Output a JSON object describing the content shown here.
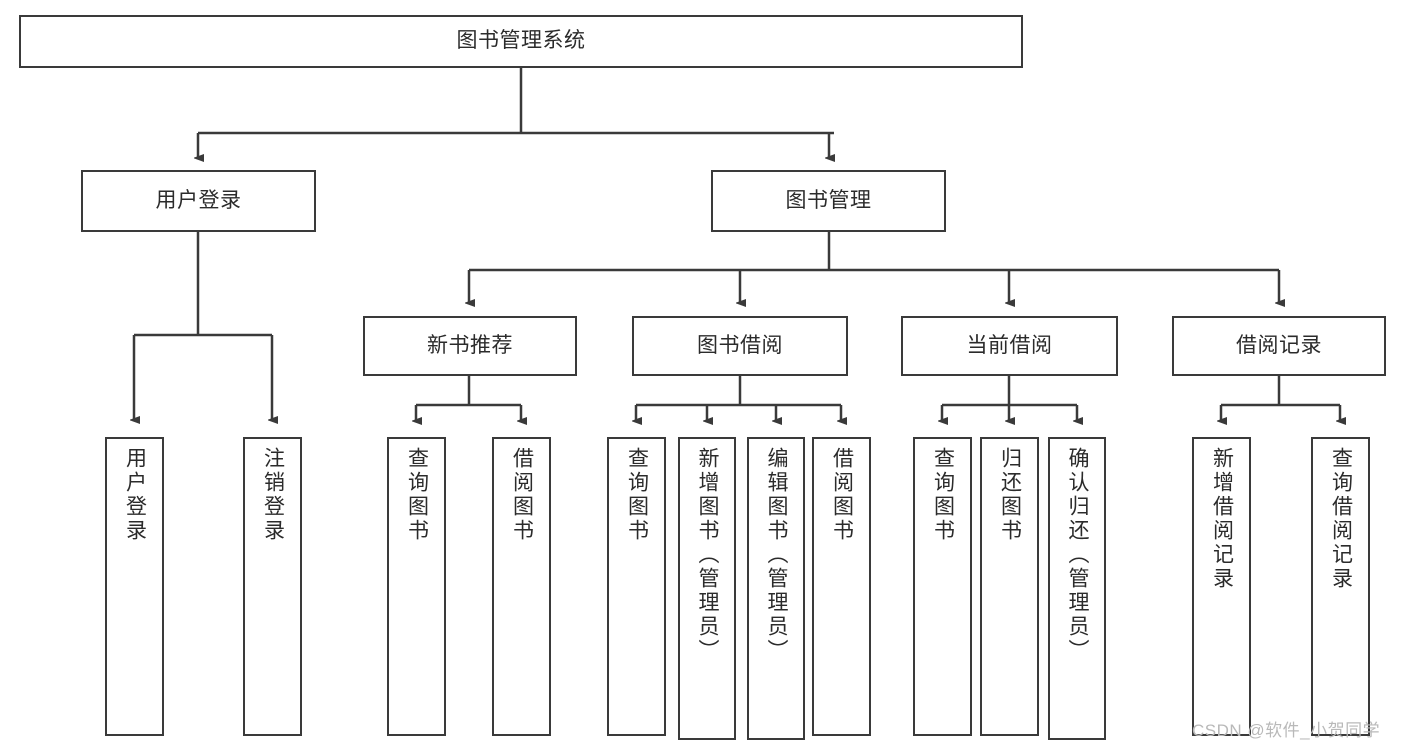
{
  "diagram": {
    "title": "图书管理系统",
    "type": "tree-hierarchy-chart",
    "root": {
      "label": "图书管理系统"
    },
    "level1": [
      {
        "label": "用户登录"
      },
      {
        "label": "图书管理"
      }
    ],
    "level2": [
      {
        "label": "新书推荐"
      },
      {
        "label": "图书借阅"
      },
      {
        "label": "当前借阅"
      },
      {
        "label": "借阅记录"
      }
    ],
    "leaves": {
      "user_login": [
        {
          "label": "用户登录"
        },
        {
          "label": "注销登录"
        }
      ],
      "new_book_recommend": [
        {
          "label": "查询图书"
        },
        {
          "label": "借阅图书"
        }
      ],
      "book_borrow": [
        {
          "label": "查询图书"
        },
        {
          "label": "新增图书（管理员）"
        },
        {
          "label": "编辑图书（管理员）"
        },
        {
          "label": "借阅图书"
        }
      ],
      "current_borrow": [
        {
          "label": "查询图书"
        },
        {
          "label": "归还图书"
        },
        {
          "label": "确认归还（管理员）"
        }
      ],
      "borrow_record": [
        {
          "label": "新增借阅记录"
        },
        {
          "label": "查询借阅记录"
        }
      ]
    }
  },
  "watermark": {
    "text": "CSDN @软件_小贺同学"
  },
  "colors": {
    "border": "#3a3a3a",
    "text": "#2b2b2b",
    "background": "#ffffff",
    "watermark": "#b9b9b9"
  }
}
